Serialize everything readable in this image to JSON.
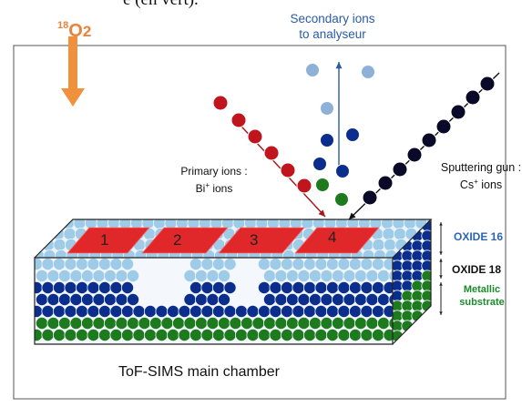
{
  "caption_cut": "e (en vert).",
  "oxygen": {
    "isotope": "18",
    "molecule": "O",
    "subscript": "2"
  },
  "secondary_ions": {
    "line1": "Secondary ions",
    "line2": "to analyseur"
  },
  "primary_ions": {
    "line1": "Primary ions :",
    "element": "Bi",
    "charge": "+",
    "suffix": " ions"
  },
  "sputtering_gun": {
    "line1": "Sputtering gun :",
    "element": "Cs",
    "charge": "+",
    "suffix": " ions"
  },
  "layers": {
    "oxide16": "OXIDE 16",
    "oxide18": "OXIDE 18",
    "metallic_line1": "Metallic",
    "metallic_line2": "substrate"
  },
  "zones": [
    "1",
    "2",
    "3",
    "4"
  ],
  "chamber_label": "ToF-SIMS main chamber",
  "colors": {
    "oxygen_beam": "#f0913e",
    "primary_ion": "#c0151c",
    "sputter_ion": "#0a0a28",
    "secondary_light": "#8fb1d8",
    "oxide16_atom": "#9ecbe8",
    "oxide18_atom": "#0b2d8c",
    "substrate_atom": "#1d7a1d",
    "analysed_zone": "#e0282a",
    "ion_arrow_blue": "#2a5aa8",
    "primary_arrow": "#a4161a"
  }
}
